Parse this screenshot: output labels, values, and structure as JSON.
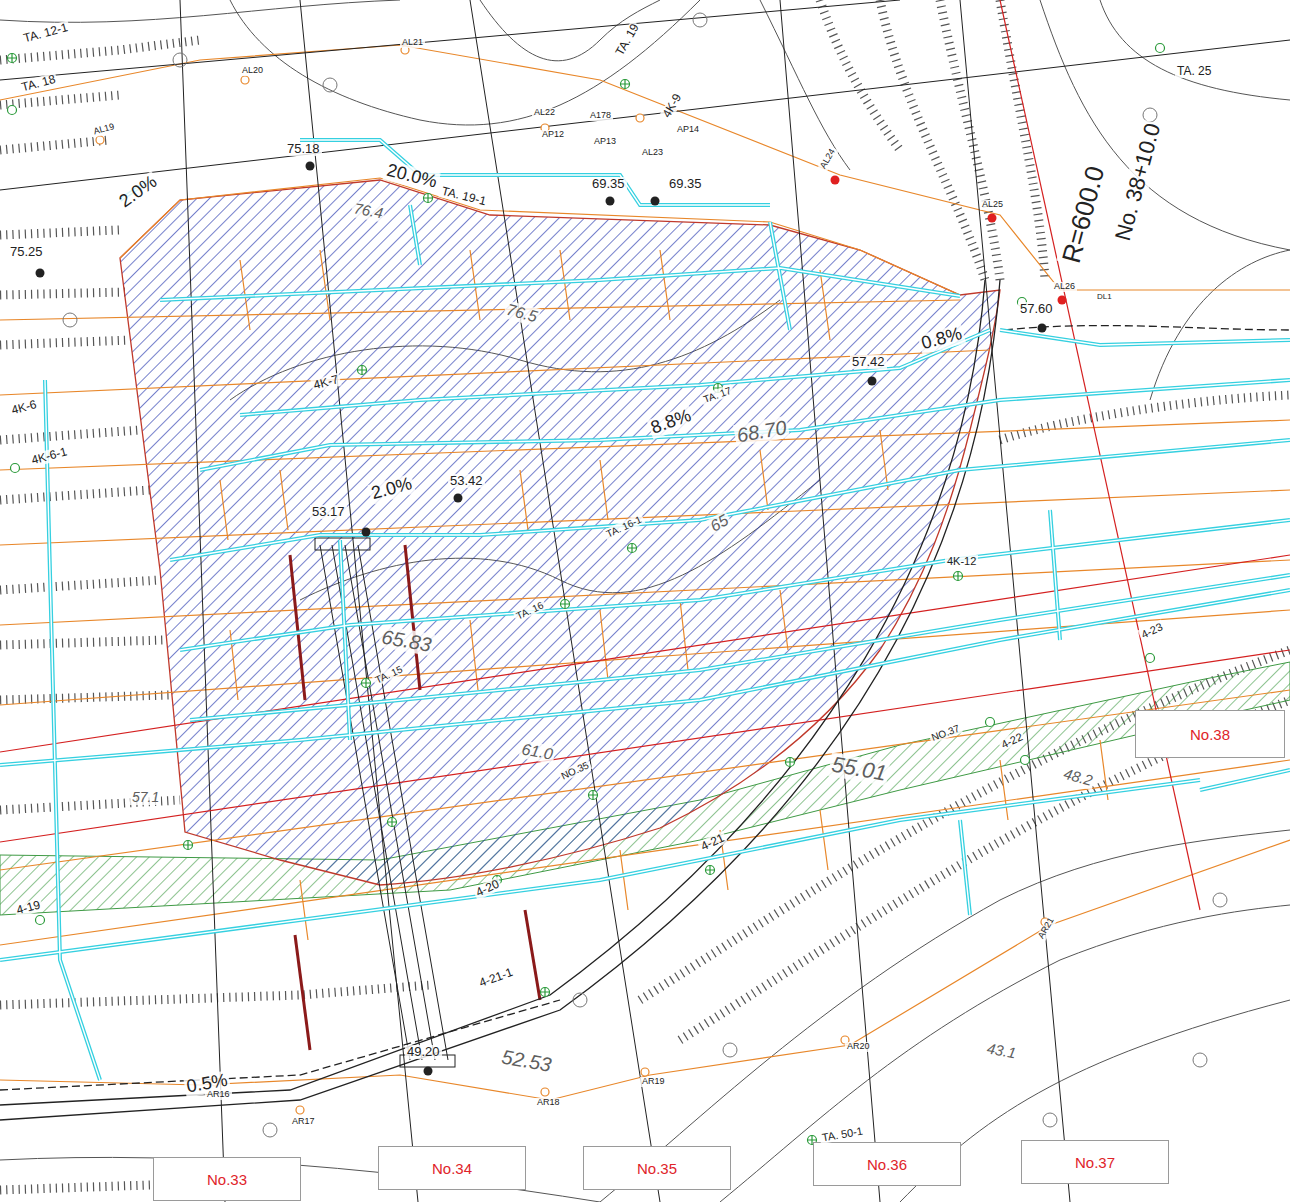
{
  "diagram": {
    "nodes": [
      {
        "text": [
          "No.33"
        ]
      },
      {
        "text": [
          "No.34"
        ]
      },
      {
        "text": [
          "No.35"
        ]
      },
      {
        "text": [
          "No.36"
        ]
      },
      {
        "text": [
          "No.37"
        ]
      },
      {
        "text": [
          "No.38"
        ]
      }
    ],
    "labels": [
      "TA. 12-1",
      "TA. 18",
      "AL19",
      "AL20",
      "AL21",
      "75.18",
      "20.0%",
      "TA. 19-1",
      "2.0%",
      "75.25",
      "76.4",
      "AL22",
      "AP12",
      "A178",
      "AP13",
      "AP14",
      "AL23",
      "TA. 19",
      "4K-9",
      "69.35",
      "69.35",
      "AL24",
      "AL25",
      "AL26",
      "TA. 25",
      "R=600.0",
      "No. 38+10.0",
      "57.60",
      "DL1",
      "0.8%",
      "57.42",
      "76.5",
      "8.8%",
      "TA. 17",
      "68.70",
      "4K-7",
      "4K-6",
      "4K-6-1",
      "2.0%",
      "53.42",
      "53.17",
      "TA. 16-1",
      "65",
      "4K-12",
      "4-23",
      "65.83",
      "TA. 16",
      "TA. 15",
      "61.0",
      "NO.35",
      "55.01",
      "NO.37",
      "4-22",
      "48.2",
      "57.1",
      "4-19",
      "4-21",
      "4-20",
      "4-21-1",
      "49.20",
      "52.53",
      "0.5%",
      "AR16",
      "AR17",
      "AR18",
      "AR19",
      "AR20",
      "AR21",
      "43.1",
      "TA. 50-1"
    ]
  }
}
